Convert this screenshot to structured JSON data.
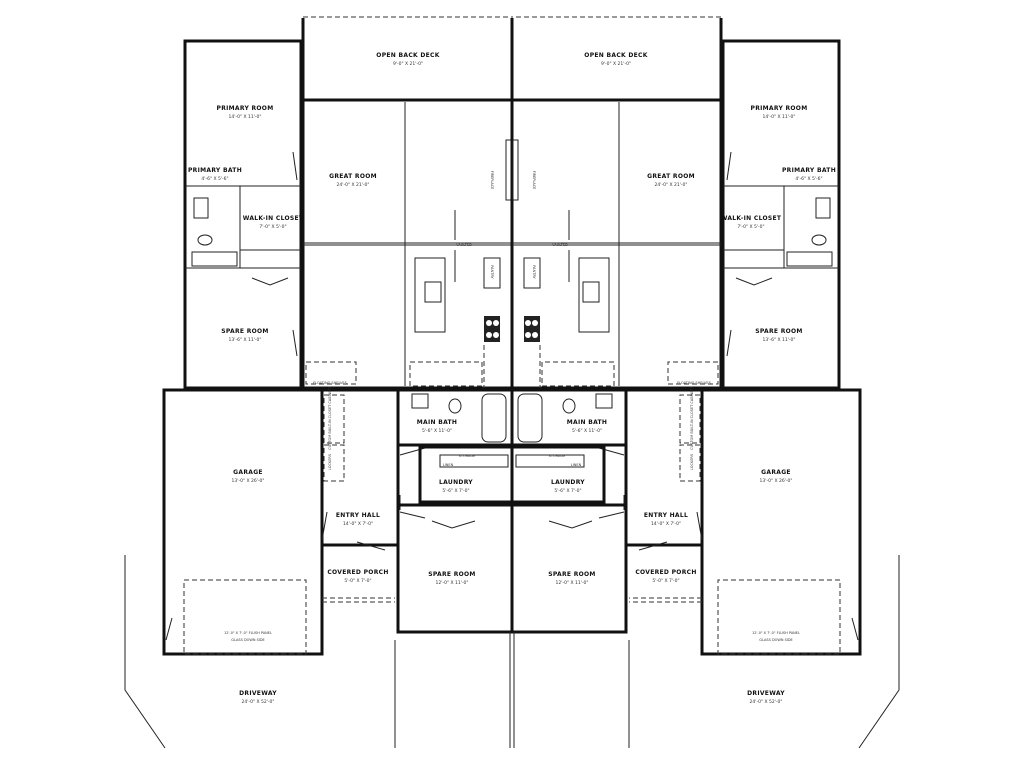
{
  "plan": {
    "units": [
      {
        "side": "left",
        "rooms": [
          {
            "name": "OPEN BACK DECK",
            "size": "9'-0\" X 21'-0\""
          },
          {
            "name": "PRIMARY ROOM",
            "size": "14'-0\" X 11'-0\""
          },
          {
            "name": "PRIMARY BATH",
            "size": "4'-6\" X 5'-6\""
          },
          {
            "name": "WALK-IN CLOSET",
            "size": "7'-0\" X 5'-0\""
          },
          {
            "name": "GREAT ROOM",
            "size": "24'-0\" X 21'-0\""
          },
          {
            "name": "SPARE ROOM",
            "size": "13'-6\" X 11'-0\""
          },
          {
            "name": "GARAGE",
            "size": "13'-0\" X 26'-0\""
          },
          {
            "name": "MAIN BATH",
            "size": "5'-6\" X 11'-0\""
          },
          {
            "name": "LAUNDRY",
            "size": "5'-6\" X 7'-0\""
          },
          {
            "name": "ENTRY HALL",
            "size": "14'-0\" X 7'-0\""
          },
          {
            "name": "COVERED PORCH",
            "size": "5'-0\" X 7'-0\""
          },
          {
            "name": "SPARE ROOM",
            "size": "12'-0\" X 11'-0\""
          },
          {
            "name": "DRIVEWAY",
            "size": "24'-0\" X 52'-0\""
          }
        ],
        "notes": [
          "12'-0\" X 7'-0\" FLUSH PANEL",
          "GLASS DOWN SIDE",
          "VAULTED",
          "FLOATING SHELVES",
          "STORAGE",
          "LINEN",
          "FIREPLACE",
          "PANTRY",
          "CUSTOM BUILT-IN CLOSET CABINETS",
          "LOCKERS"
        ]
      },
      {
        "side": "right",
        "rooms": [
          {
            "name": "OPEN BACK DECK",
            "size": "9'-0\" X 21'-0\""
          },
          {
            "name": "PRIMARY ROOM",
            "size": "14'-0\" X 11'-0\""
          },
          {
            "name": "PRIMARY BATH",
            "size": "4'-6\" X 5'-6\""
          },
          {
            "name": "WALK-IN CLOSET",
            "size": "7'-0\" X 5'-0\""
          },
          {
            "name": "GREAT ROOM",
            "size": "24'-0\" X 21'-0\""
          },
          {
            "name": "SPARE ROOM",
            "size": "13'-6\" X 11'-0\""
          },
          {
            "name": "GARAGE",
            "size": "13'-0\" X 26'-0\""
          },
          {
            "name": "MAIN BATH",
            "size": "5'-6\" X 11'-0\""
          },
          {
            "name": "LAUNDRY",
            "size": "5'-6\" X 7'-0\""
          },
          {
            "name": "ENTRY HALL",
            "size": "14'-0\" X 7'-0\""
          },
          {
            "name": "COVERED PORCH",
            "size": "5'-0\" X 7'-0\""
          },
          {
            "name": "SPARE ROOM",
            "size": "12'-0\" X 11'-0\""
          },
          {
            "name": "DRIVEWAY",
            "size": "24'-0\" X 52'-0\""
          }
        ],
        "notes": [
          "12'-0\" X 7'-0\" FLUSH PANEL",
          "GLASS DOWN SIDE",
          "VAULTED",
          "FLOATING SHELVES",
          "STORAGE",
          "LINEN",
          "FIREPLACE",
          "PANTRY",
          "CUSTOM BUILT-IN CLOSET CABINETS",
          "LOCKERS"
        ]
      }
    ]
  }
}
